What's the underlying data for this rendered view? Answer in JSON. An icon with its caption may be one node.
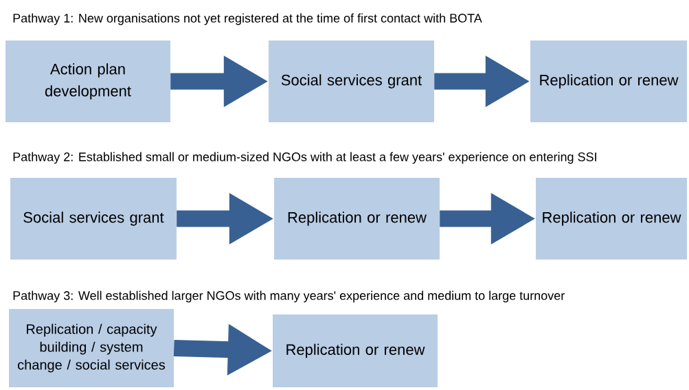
{
  "diagram": {
    "nodes": [
      {
        "text": [
          "Action plan development"
        ]
      },
      {
        "text": [
          "Social services grant"
        ]
      },
      {
        "text": [
          "Replication or renew"
        ]
      },
      {
        "text": [
          "Social services grant"
        ]
      },
      {
        "text": [
          "Replication or renew"
        ]
      },
      {
        "text": [
          "Replication or renew"
        ]
      },
      {
        "text": [
          "Replication / capacity building / system change / social services"
        ]
      },
      {
        "text": [
          "Replication or renew"
        ]
      }
    ],
    "edges": [
      {
        "from": 0,
        "to": 1,
        "arrow": "to"
      },
      {
        "from": 1,
        "to": 2,
        "arrow": "to"
      },
      {
        "from": 3,
        "to": 4,
        "arrow": "to"
      },
      {
        "from": 4,
        "to": 5,
        "arrow": "to"
      },
      {
        "from": 6,
        "to": 7,
        "arrow": "to"
      }
    ],
    "labels": [
      "Pathway 1: New organisations not yet registered at the time of first contact with BOTA",
      "Pathway 2: Established small or medium-sized NGOs with at least a few years' experience on entering SSI",
      "Pathway 3: Well established larger NGOs with many years' experience and medium to large turnover"
    ]
  }
}
